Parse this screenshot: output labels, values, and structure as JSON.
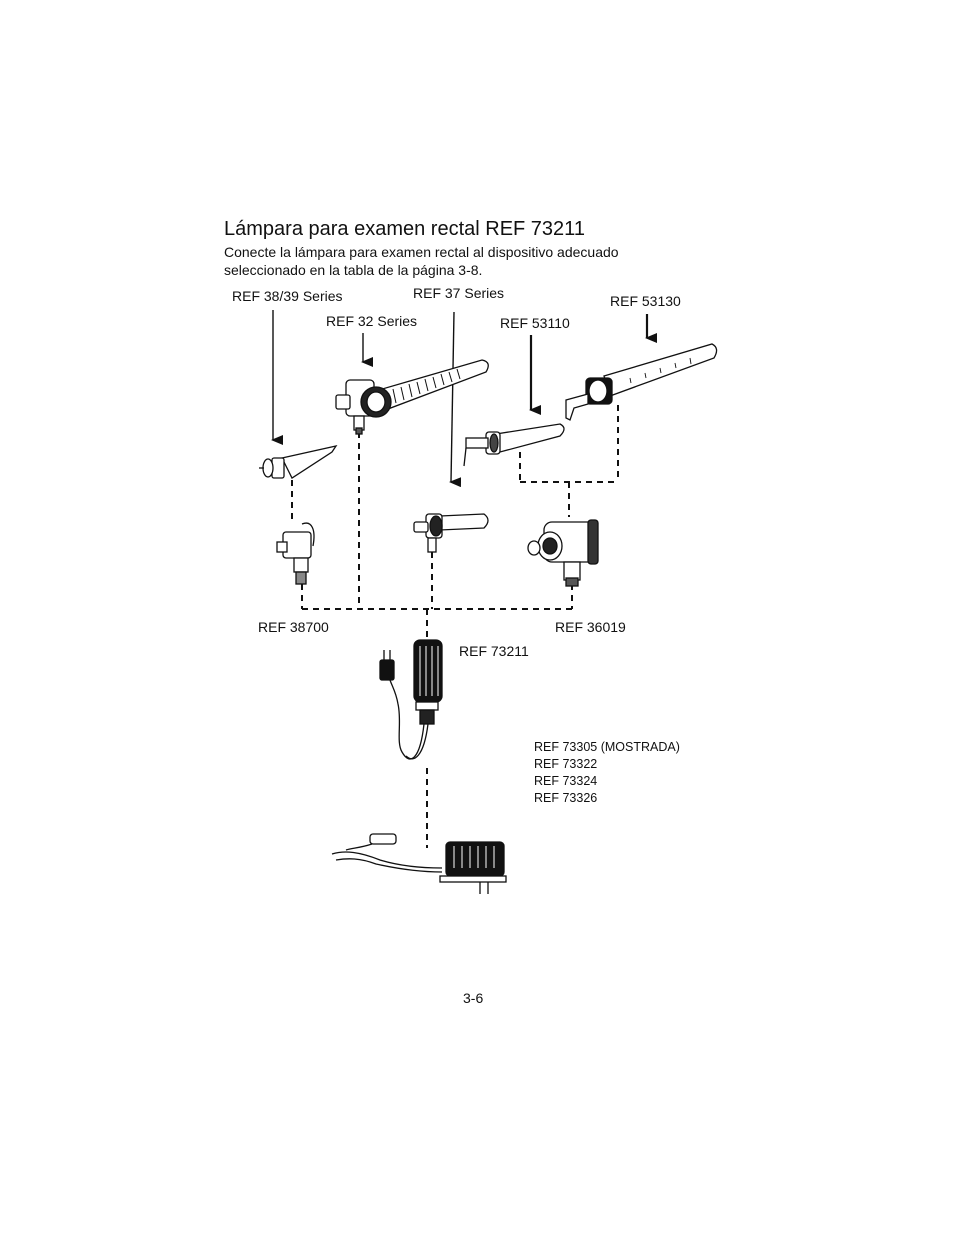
{
  "heading": {
    "title": "Lámpara para examen rectal REF 73211",
    "intro_line1": "Conecte la lámpara para examen rectal al dispositivo adecuado",
    "intro_line2": "seleccionado en la tabla de la página 3-8."
  },
  "labels": {
    "ref_38_39": "REF 38/39 Series",
    "ref_37": "REF 37 Series",
    "ref_53130": "REF 53130",
    "ref_32": "REF 32 Series",
    "ref_53110": "REF 53110",
    "ref_38700": "REF 38700",
    "ref_36019": "REF 36019",
    "ref_73211": "REF 73211",
    "chargers": [
      "REF 73305 (MOSTRADA)",
      "REF 73322",
      "REF 73324",
      "REF 73326"
    ]
  },
  "footer": {
    "page": "3-6"
  }
}
